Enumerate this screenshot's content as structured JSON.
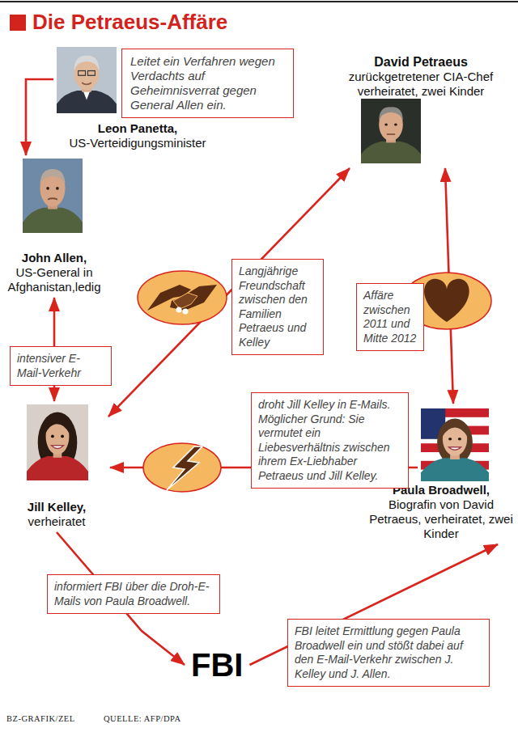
{
  "diagram": {
    "title": "Die Petraeus-Affäre",
    "nodes": [
      {
        "text": [
          "Leon Panetta,",
          "US-Verteidigungsminister"
        ]
      },
      {
        "text": [
          "Leitet ein Verfahren wegen Verdachts auf Geheimnisverrat gegen General Allen ein."
        ]
      },
      {
        "text": [
          "David Petraeus",
          "zurückgetretener CIA-Chef verheiratet, zwei Kinder"
        ]
      },
      {
        "text": [
          "John Allen,",
          "US-General in Afghanistan,ledig"
        ]
      },
      {
        "text": [
          "Jill Kelley,",
          "verheiratet"
        ]
      },
      {
        "text": [
          "Paula Broadwell,",
          "Biografin von David Petraeus, verheiratet, zwei Kinder"
        ]
      },
      {
        "text": [
          "FBI"
        ]
      }
    ],
    "edges": [
      {
        "from": 0,
        "to": 3,
        "arrow": "to"
      },
      {
        "from": 3,
        "to": 4,
        "arrow": "both",
        "label": "intensiver E-Mail-Verkehr"
      },
      {
        "from": 2,
        "to": 4,
        "arrow": "both",
        "label": "Langjährige Freundschaft zwischen den Familien Petraeus und Kelley"
      },
      {
        "from": 2,
        "to": 5,
        "arrow": "both",
        "label": "Affäre zwischen 2011 und Mitte 2012"
      },
      {
        "from": 5,
        "to": 4,
        "arrow": "to",
        "label": "droht Jill Kelley in E-Mails. Möglicher Grund: Sie vermutet ein Liebesverhältnis zwischen ihrem Ex-Liebhaber Petraeus und Jill Kelley."
      },
      {
        "from": 4,
        "to": 6,
        "arrow": "to",
        "label": "informiert FBI über die Droh-E-Mails von Paula Broadwell."
      },
      {
        "from": 6,
        "to": 5,
        "arrow": "to",
        "label": "FBI leitet Ermittlung gegen Paula Broadwell ein und stößt dabei auf den E-Mail-Verkehr zwischen J. Kelley und J. Allen."
      }
    ],
    "labels": [
      "BZ-GRAFIK/ZEL",
      "QUELLE: AFP/DPA"
    ]
  }
}
